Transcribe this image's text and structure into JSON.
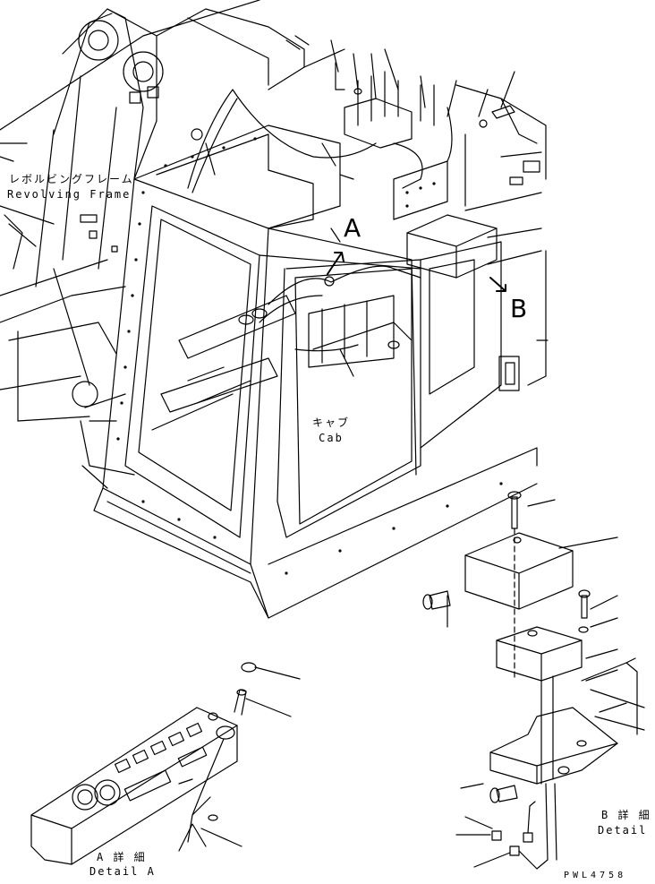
{
  "labels": {
    "revolving_frame_jp": "レボルビングフレーム",
    "revolving_frame_en": "Revolving Frame",
    "cab_jp": "キャブ",
    "cab_en": "Cab",
    "view_a": "A",
    "view_b": "B",
    "detail_a_jp": "A 詳 細",
    "detail_a_en": "Detail A",
    "detail_b_jp": "B 詳 細",
    "detail_b_en": "Detail B",
    "drawing_number": "PWL4758"
  }
}
